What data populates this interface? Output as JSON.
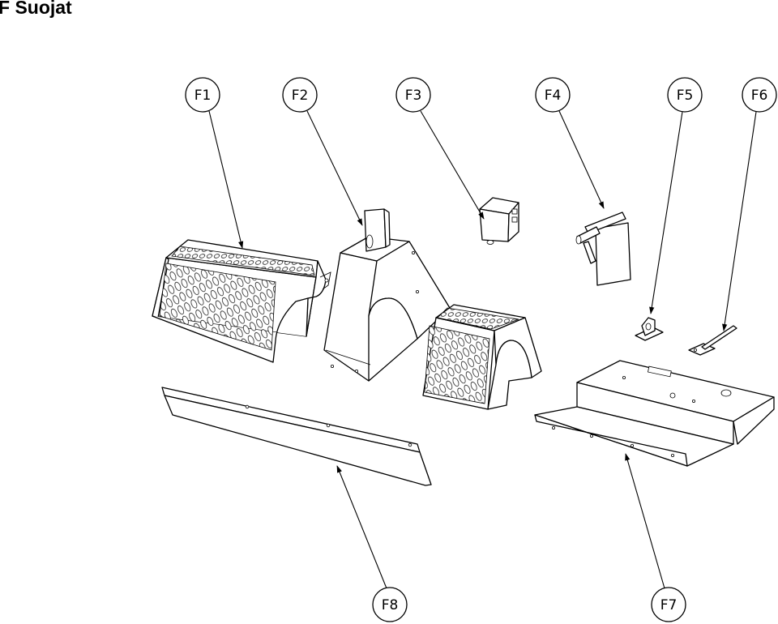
{
  "title": "F Suojat",
  "callouts": [
    {
      "id": "f1",
      "label": "F1"
    },
    {
      "id": "f2",
      "label": "F2"
    },
    {
      "id": "f3",
      "label": "F3"
    },
    {
      "id": "f4",
      "label": "F4"
    },
    {
      "id": "f5",
      "label": "F5"
    },
    {
      "id": "f6",
      "label": "F6"
    },
    {
      "id": "f7",
      "label": "F7"
    },
    {
      "id": "f8",
      "label": "F8"
    }
  ]
}
